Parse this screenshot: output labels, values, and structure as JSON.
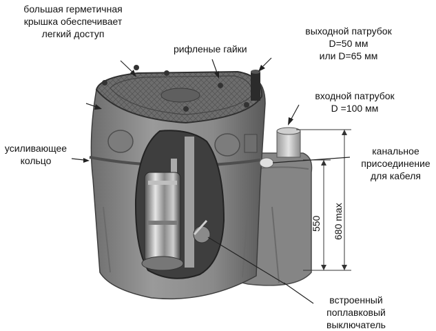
{
  "labels": {
    "lid": "большая герметичная\nкрышка обеспечивает\nлегкий доступ",
    "nuts": "рифленые гайки",
    "outlet": "выходной патрубок\nD=50 мм\nили D=65 мм",
    "inlet": "входной патрубок\nD =100 мм",
    "ring": "усиливающее\nкольцо",
    "cable": "канальное\nприсоединение\nдля кабеля",
    "switch": "встроенный\nпоплавковый\nвыключатель"
  },
  "dimensions": {
    "inner": "550",
    "outer": "680  max"
  },
  "colors": {
    "body": "#8c8c8c",
    "body_dark": "#5e5e5e",
    "lid": "#6f6f6f",
    "interior": "#3e3e3e",
    "leader": "#222222"
  }
}
